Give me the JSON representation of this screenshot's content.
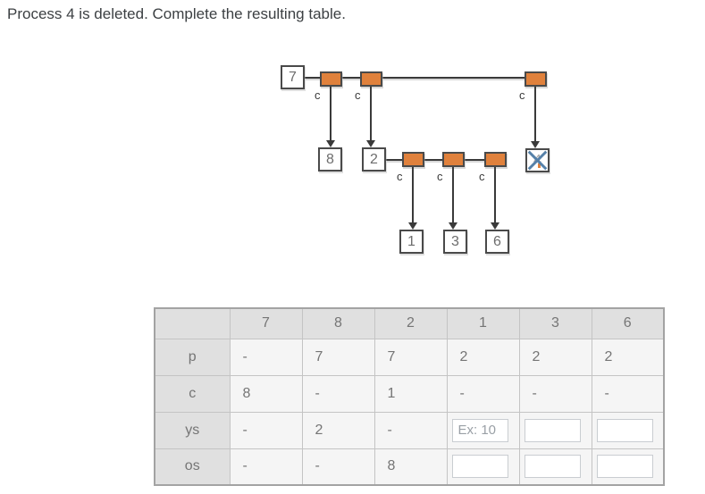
{
  "title": "Process 4 is deleted. Complete the resulting table.",
  "diagram": {
    "link_label": "c",
    "nodes": {
      "n7": "7",
      "n8": "8",
      "n2": "2",
      "n4": "4",
      "n1": "1",
      "n3": "3",
      "n6": "6"
    },
    "colors": {
      "link_fill": "#e0813c",
      "cross": "#5580a8",
      "line": "#3a3a3a"
    }
  },
  "table": {
    "corner": "",
    "col_headers": [
      "7",
      "8",
      "2",
      "1",
      "3",
      "6"
    ],
    "rows": [
      {
        "label": "p",
        "cells": [
          "-",
          "7",
          "7",
          "2",
          "2",
          "2"
        ]
      },
      {
        "label": "c",
        "cells": [
          "8",
          "-",
          "1",
          "-",
          "-",
          "-"
        ]
      },
      {
        "label": "ys",
        "cells": [
          "-",
          "2",
          "-",
          "",
          "",
          ""
        ]
      },
      {
        "label": "os",
        "cells": [
          "-",
          "-",
          "8",
          "",
          "",
          ""
        ]
      }
    ],
    "inputs": {
      "ys_1": {
        "value": "",
        "placeholder": "Ex: 10"
      },
      "ys_3": {
        "value": "",
        "placeholder": ""
      },
      "ys_6": {
        "value": "",
        "placeholder": ""
      },
      "os_1": {
        "value": "",
        "placeholder": ""
      },
      "os_3": {
        "value": "",
        "placeholder": ""
      },
      "os_6": {
        "value": "",
        "placeholder": ""
      }
    }
  }
}
